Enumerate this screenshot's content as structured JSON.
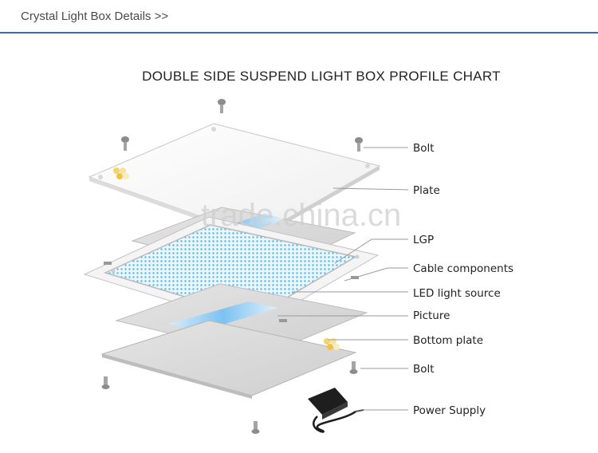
{
  "header": {
    "title": "Crystal Light Box Details >>"
  },
  "diagram": {
    "title": "DOUBLE SIDE SUSPEND LIGHT BOX PROFILE CHART",
    "labels": {
      "bolt_top": "Bolt",
      "plate": "Plate",
      "lgp": "LGP",
      "cable": "Cable components",
      "led": "LED light source",
      "picture": "Picture",
      "bottom_plate": "Bottom plate",
      "bolt_bottom": "Bolt",
      "power": "Power Supply"
    },
    "watermark": "trade.china.cn",
    "colors": {
      "accent": "#3b6ea5",
      "panel_blue": "#4aa3e8",
      "line": "#9a9a9a"
    }
  }
}
